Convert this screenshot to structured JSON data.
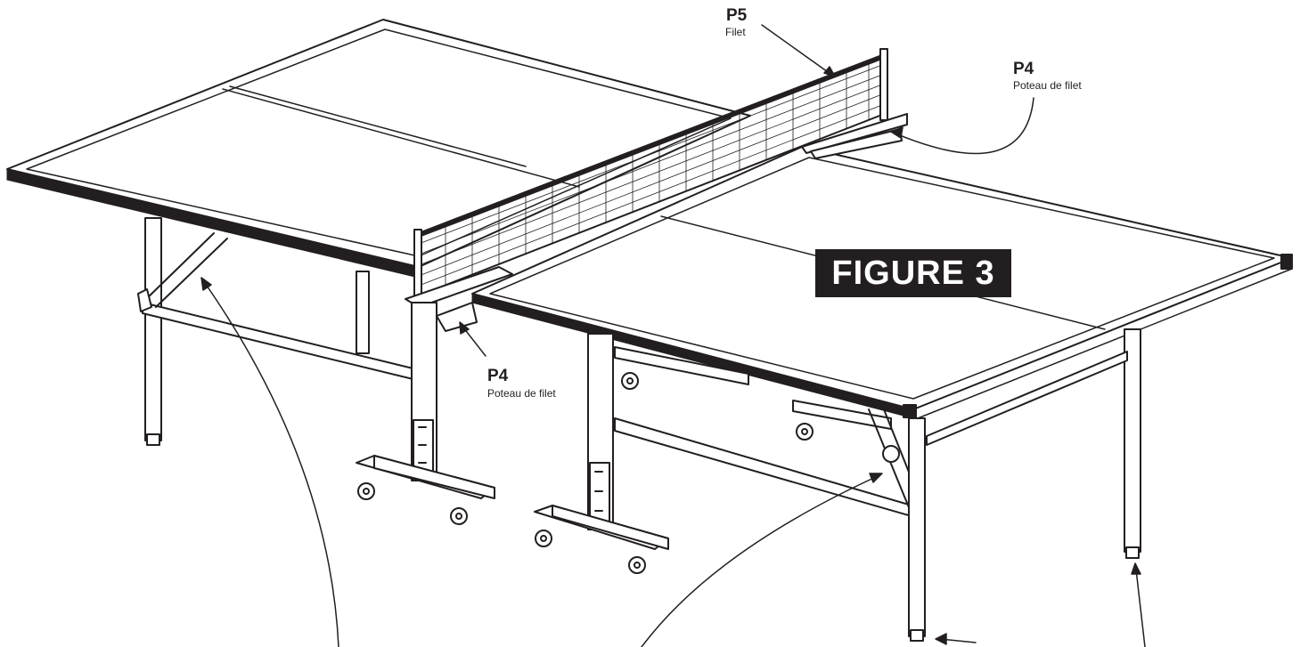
{
  "figure": {
    "title": "FIGURE 3"
  },
  "callouts": {
    "net": {
      "code": "P5",
      "name": "Filet"
    },
    "post_right": {
      "code": "P4",
      "name": "Poteau de filet"
    },
    "post_left": {
      "code": "P4",
      "name": "Poteau de filet"
    }
  },
  "colors": {
    "line": "#231f20",
    "background": "#ffffff",
    "badge_bg": "#231f20",
    "badge_text": "#ffffff"
  }
}
